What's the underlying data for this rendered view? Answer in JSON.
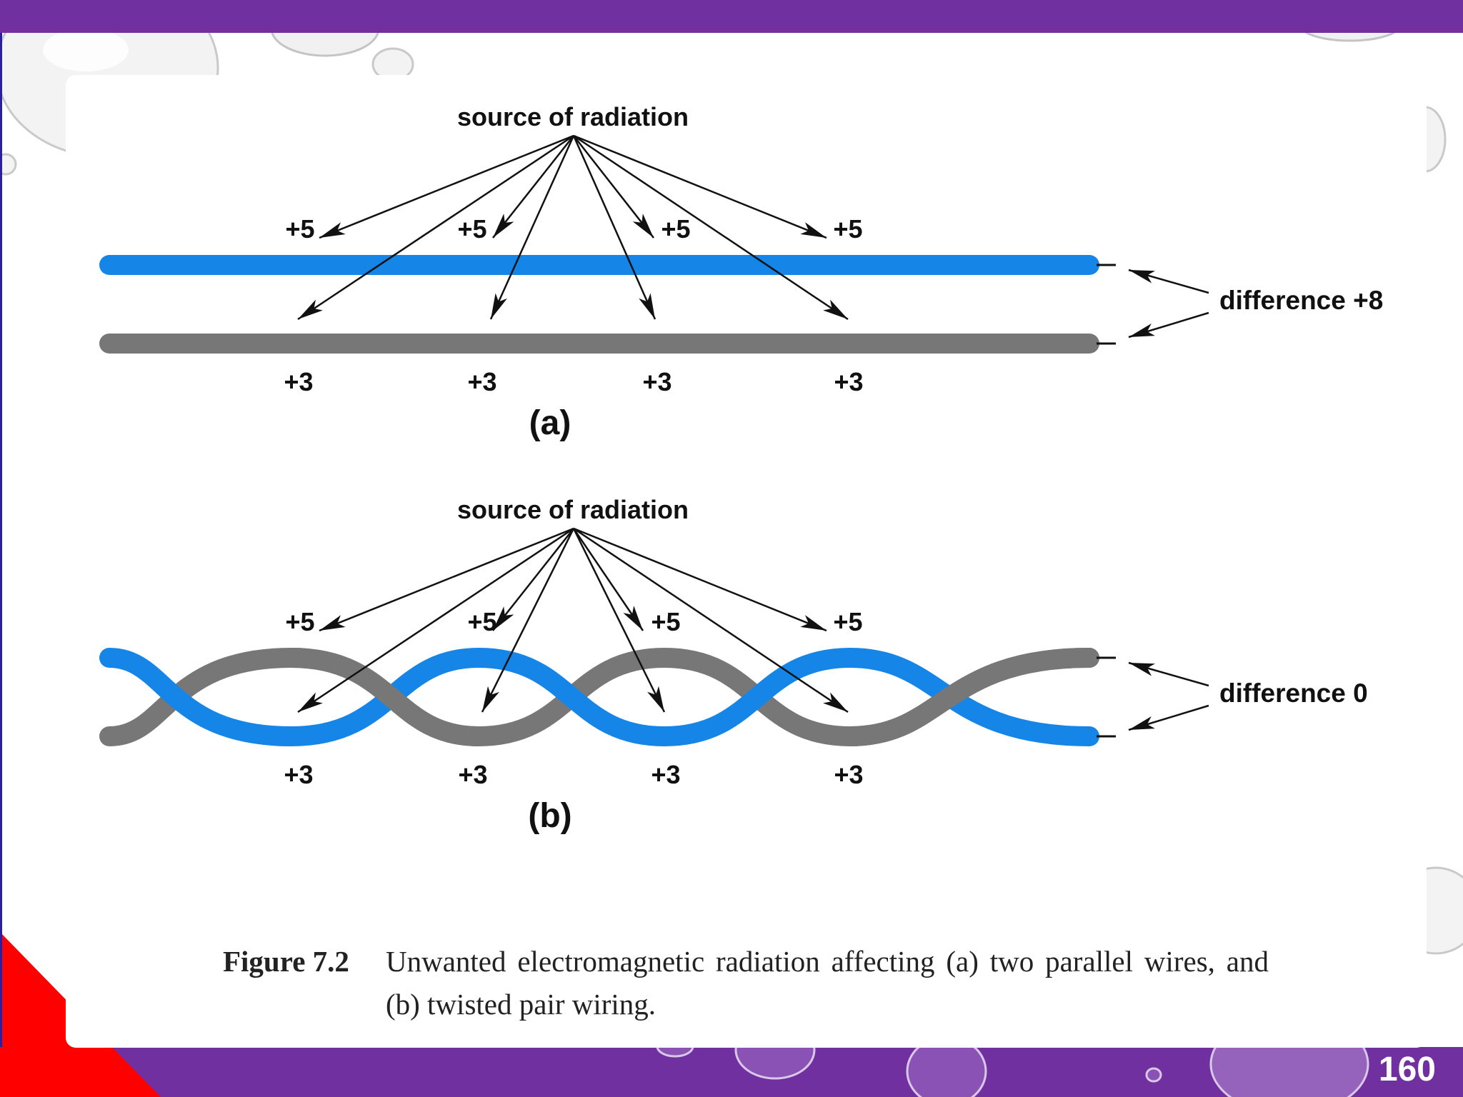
{
  "colors": {
    "banner": "#7030a0",
    "accent_red": "#ff0000",
    "wire_blue": "#1585e8",
    "wire_gray": "#777777",
    "arrow": "#111111"
  },
  "panel_a": {
    "source_label": "source of radiation",
    "top_labels": [
      "+5",
      "+5",
      "+5",
      "+5"
    ],
    "bottom_labels": [
      "+3",
      "+3",
      "+3",
      "+3"
    ],
    "difference_label": "difference +8",
    "sublabel": "(a)"
  },
  "panel_b": {
    "source_label": "source of radiation",
    "top_labels": [
      "+5",
      "+5",
      "+5",
      "+5"
    ],
    "bottom_labels": [
      "+3",
      "+3",
      "+3",
      "+3"
    ],
    "difference_label": "difference 0",
    "sublabel": "(b)"
  },
  "caption": {
    "figure_number": "Figure 7.2",
    "text": "Unwanted electromagnetic radiation affecting (a) two parallel wires, and (b) twisted pair wiring."
  },
  "page_number": "160"
}
